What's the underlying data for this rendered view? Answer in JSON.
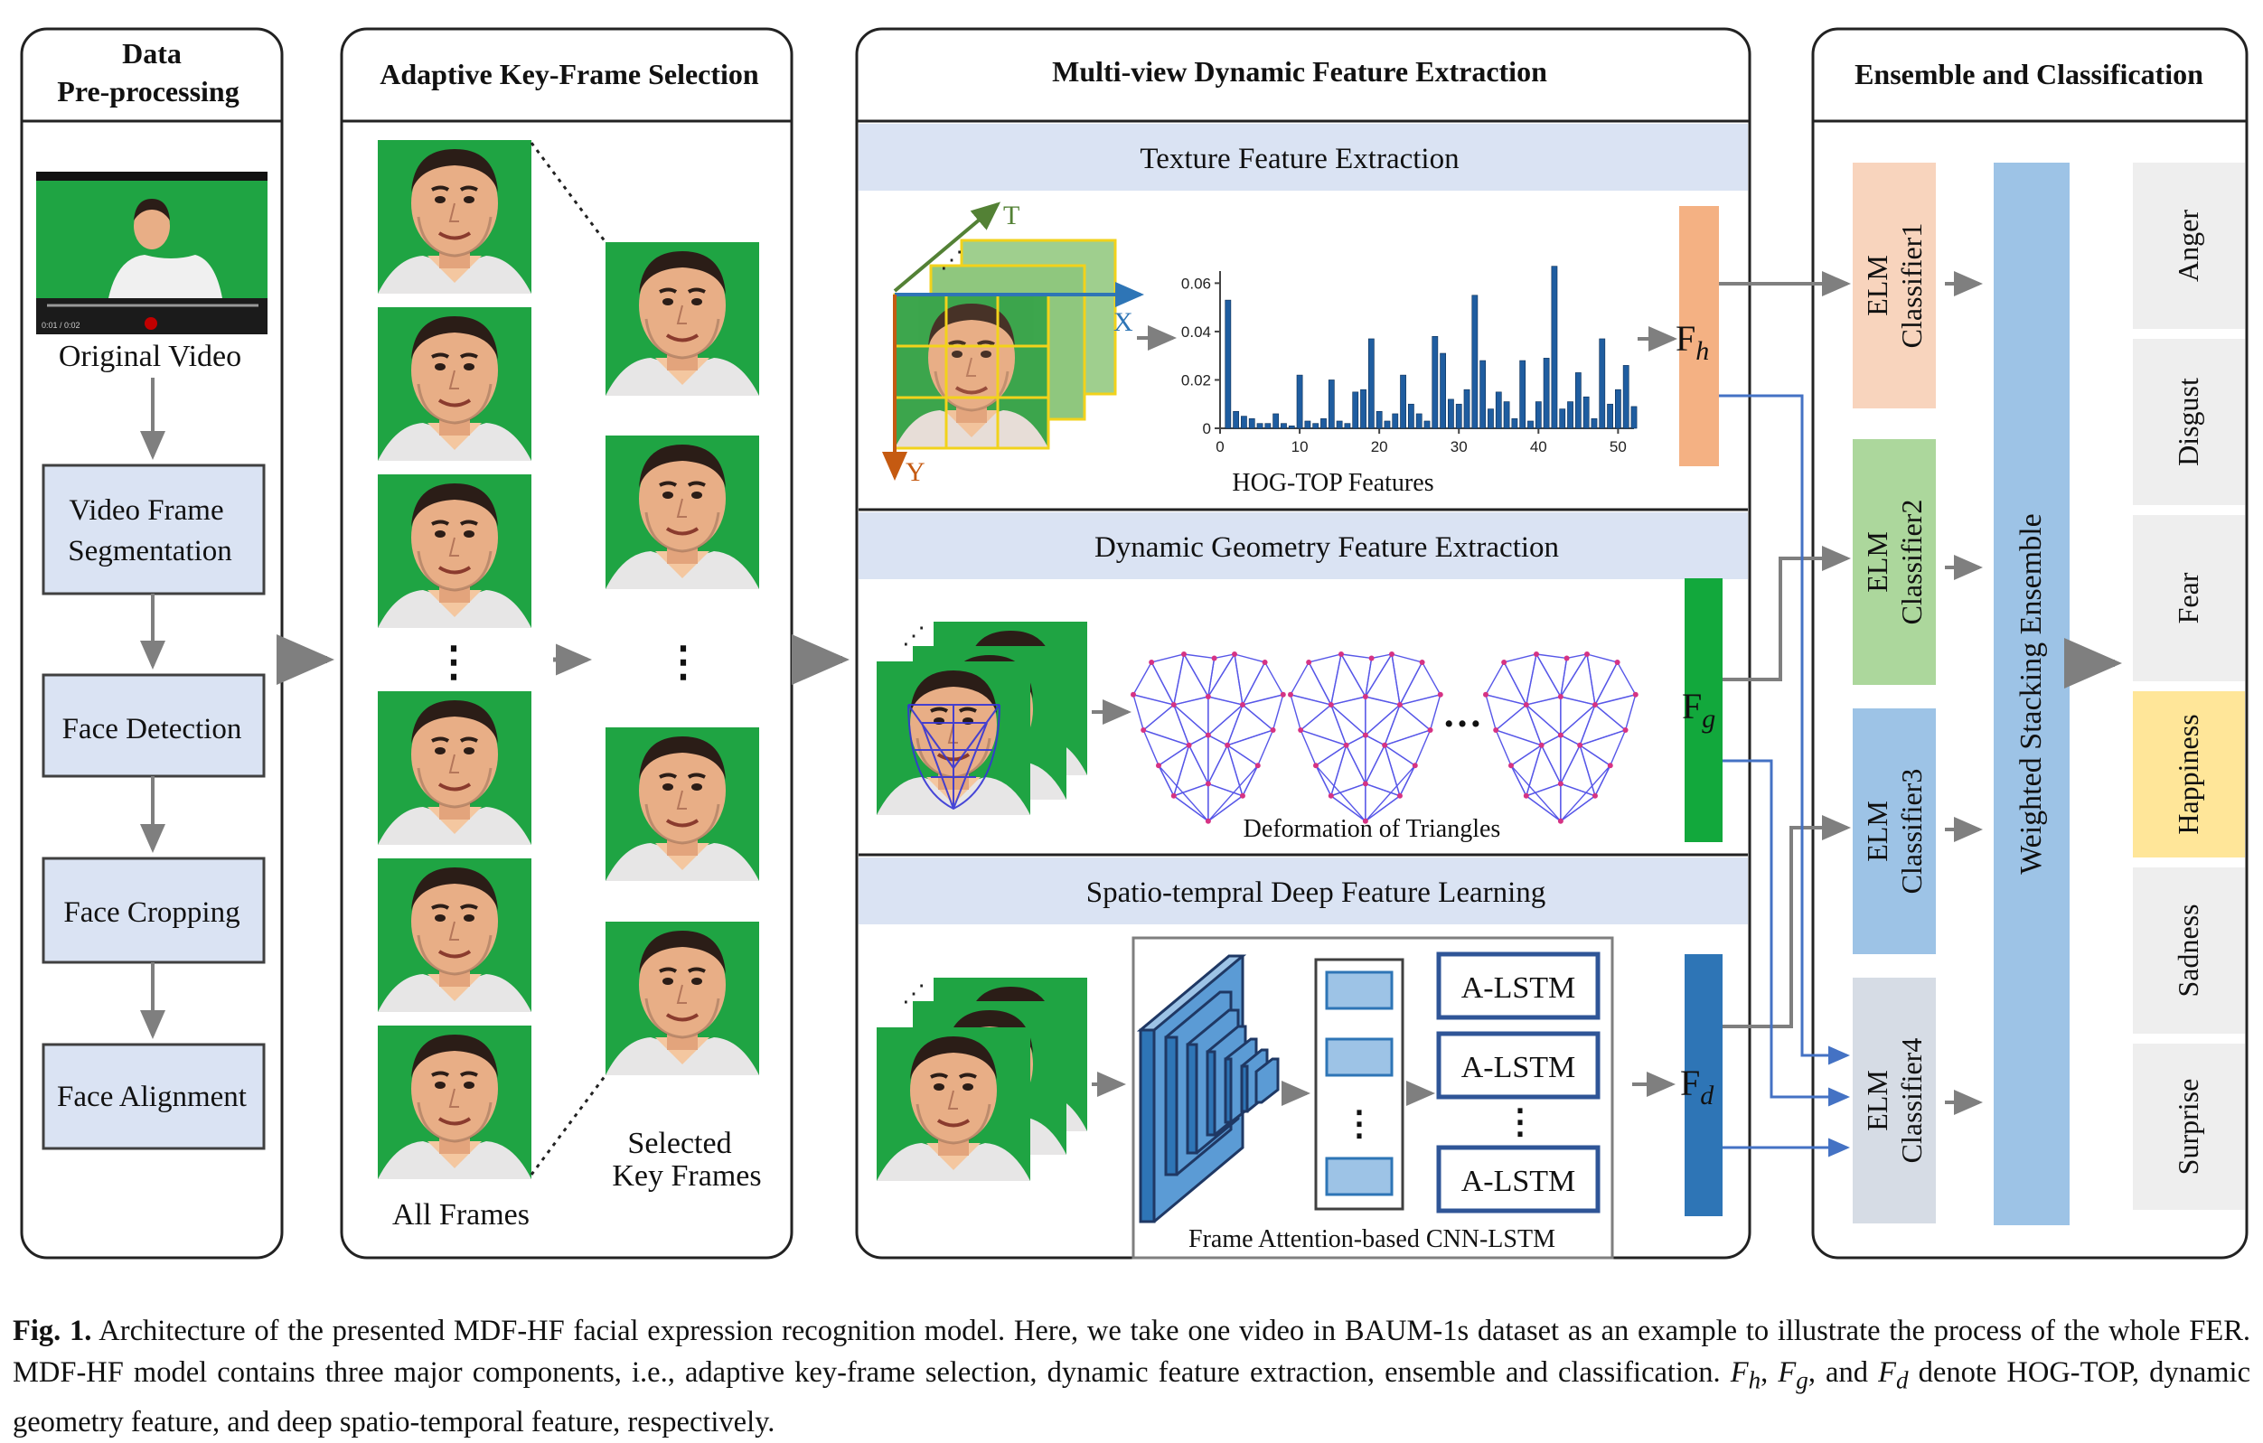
{
  "stage1": {
    "title_line1": "Data",
    "title_line2": "Pre-processing",
    "video_label": "Original Video",
    "video_time_left": "0:01 / 0:02",
    "steps": [
      {
        "line1": "Video Frame",
        "line2": "Segmentation"
      },
      {
        "line1": "Face Detection",
        "line2": ""
      },
      {
        "line1": "Face Cropping",
        "line2": ""
      },
      {
        "line1": "Face Alignment",
        "line2": ""
      }
    ]
  },
  "stage2": {
    "title": "Adaptive  Key-Frame Selection",
    "all_frames_label": "All Frames",
    "selected_line1": "Selected",
    "selected_line2": "Key Frames",
    "ellipsis": "⋮"
  },
  "stage3": {
    "title": "Multi-view  Dynamic Feature Extraction",
    "texture": {
      "header": "Texture  Feature  Extraction",
      "axis_t": "T",
      "axis_x": "X",
      "axis_y": "Y",
      "chart_caption": "HOG-TOP Features",
      "feature_label": "F",
      "feature_sub": "h"
    },
    "geometry": {
      "header": "Dynamic  Geometry  Feature  Extraction",
      "caption": "Deformation of Triangles",
      "ellipsis": "…",
      "feature_label": "F",
      "feature_sub": "g"
    },
    "deep": {
      "header": "Spatio-tempral  Deep  Feature  Learning",
      "lstm_labels": [
        "A-LSTM",
        "A-LSTM",
        "A-LSTM"
      ],
      "caption": "Frame Attention-based CNN-LSTM",
      "feature_label": "F",
      "feature_sub": "d"
    }
  },
  "stage4": {
    "title": "Ensemble and Classification",
    "classifiers": [
      {
        "line1": "ELM",
        "line2": "Classifier1",
        "color": "#f8d4bd"
      },
      {
        "line1": "ELM",
        "line2": "Classifier2",
        "color": "#acd79c"
      },
      {
        "line1": "ELM",
        "line2": "Classifier3",
        "color": "#9dc3e6"
      },
      {
        "line1": "ELM",
        "line2": "Classifier4",
        "color": "#d6dce5"
      }
    ],
    "ensemble_label": "Weighted Stacking Ensemble",
    "emotions": [
      "Anger",
      "Disgust",
      "Fear",
      "Happiness",
      "Sadness",
      "Surprise"
    ],
    "highlight_emotion": "Happiness"
  },
  "colors": {
    "panel_header_bg": "#dae3f3",
    "step_box_bg": "#dae3f3",
    "green_screen": "#1fa443",
    "fh_bar": "#f4b183",
    "fg_bar": "#12a83c",
    "fd_bar": "#2e75b6",
    "histogram_bar": "#1f5da0",
    "highlight_emotion_bg": "#ffe699",
    "emotion_bg": "#eeeeee"
  },
  "chart_data": {
    "type": "bar",
    "title": "",
    "xlabel": "HOG-TOP Features",
    "ylabel": "",
    "xlim": [
      0,
      52
    ],
    "ylim": [
      0,
      0.065
    ],
    "xticks": [
      "0",
      "10",
      "20",
      "30",
      "40",
      "50"
    ],
    "yticks": [
      "0",
      "0.02",
      "0.04",
      "0.06"
    ],
    "x": [
      1,
      2,
      3,
      4,
      5,
      6,
      7,
      8,
      9,
      10,
      11,
      12,
      13,
      14,
      15,
      16,
      17,
      18,
      19,
      20,
      21,
      22,
      23,
      24,
      25,
      26,
      27,
      28,
      29,
      30,
      31,
      32,
      33,
      34,
      35,
      36,
      37,
      38,
      39,
      40,
      41,
      42,
      43,
      44,
      45,
      46,
      47,
      48,
      49,
      50,
      51,
      52
    ],
    "values": [
      0.053,
      0.007,
      0.005,
      0.004,
      0.002,
      0.002,
      0.006,
      0.002,
      0.001,
      0.022,
      0.003,
      0.002,
      0.004,
      0.02,
      0.003,
      0.002,
      0.015,
      0.016,
      0.037,
      0.007,
      0.003,
      0.006,
      0.022,
      0.01,
      0.006,
      0.003,
      0.038,
      0.031,
      0.012,
      0.01,
      0.016,
      0.055,
      0.028,
      0.008,
      0.015,
      0.011,
      0.004,
      0.028,
      0.003,
      0.011,
      0.029,
      0.067,
      0.008,
      0.011,
      0.023,
      0.013,
      0.004,
      0.037,
      0.01,
      0.016,
      0.026,
      0.009
    ]
  }
}
